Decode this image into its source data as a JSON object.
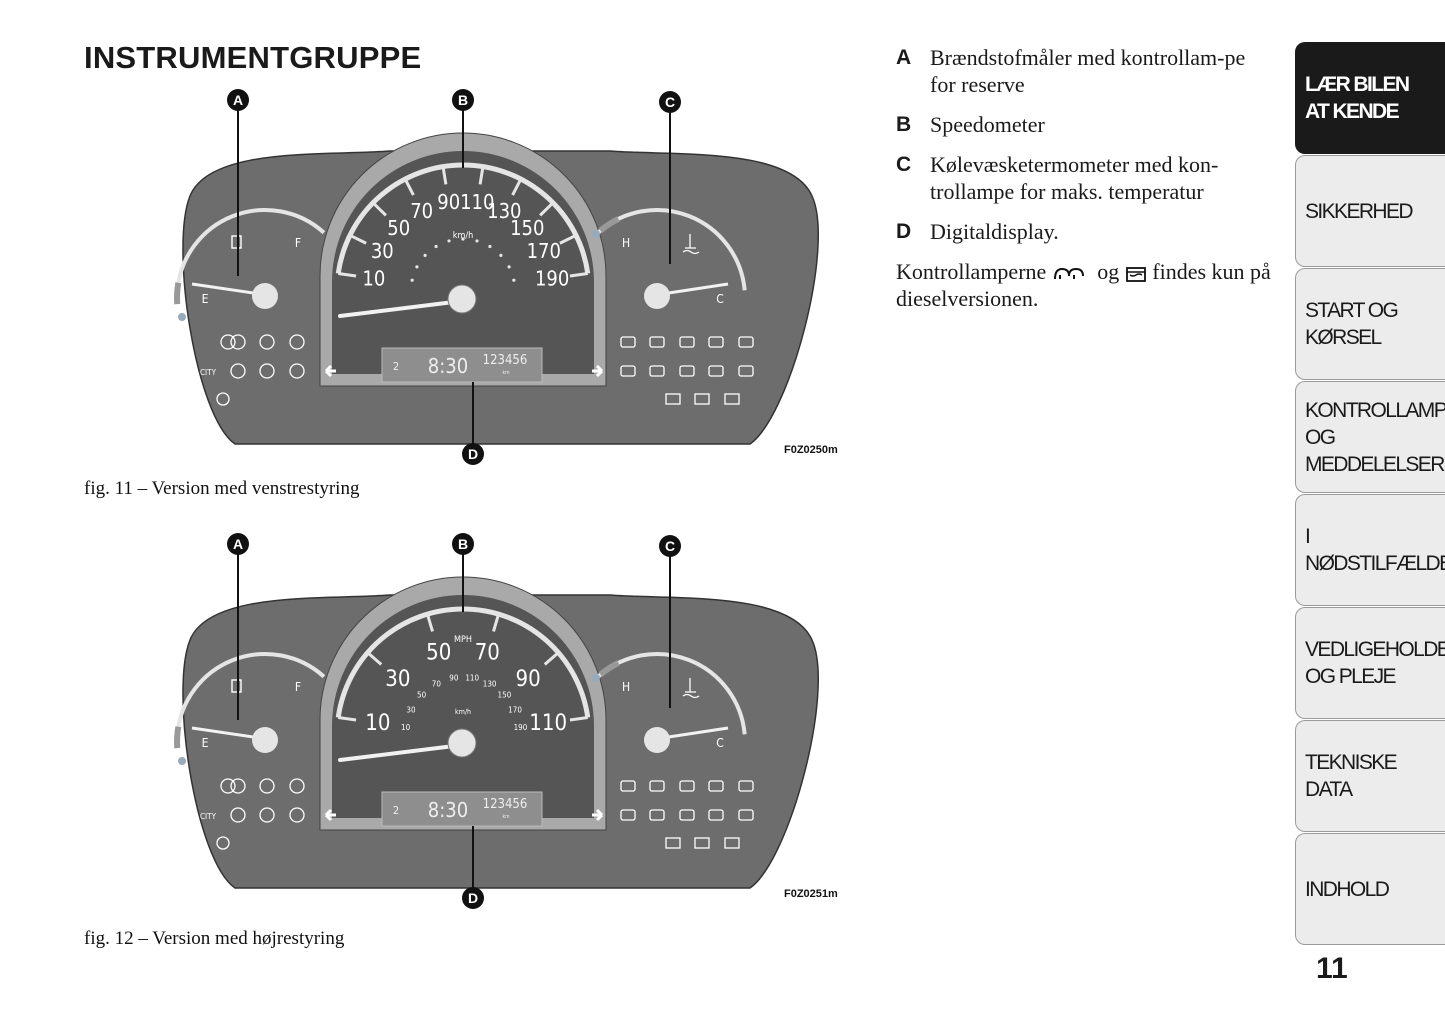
{
  "page": {
    "title": "INSTRUMENTGRUPPE",
    "number": "11"
  },
  "figures": [
    {
      "caption": "fig. 11 – Version med venstrestyring",
      "code": "F0Z0250m",
      "markers": [
        "A",
        "B",
        "C",
        "D"
      ],
      "gauges": {
        "fuel_labels": [
          "E",
          "F"
        ],
        "temp_labels": [
          "C",
          "H"
        ],
        "main_speed_labels": [
          "10",
          "30",
          "50",
          "70",
          "90",
          "110",
          "130",
          "150",
          "170",
          "190"
        ],
        "main_unit": "km/h",
        "secondary_speed_labels": [],
        "secondary_unit": ""
      },
      "display": {
        "gear": "2",
        "clock": "8:30",
        "odometer": "123456",
        "odo_unit": "km"
      },
      "icons": {
        "city": "CITY"
      }
    },
    {
      "caption": "fig. 12 – Version med højrestyring",
      "code": "F0Z0251m",
      "markers": [
        "A",
        "B",
        "C",
        "D"
      ],
      "gauges": {
        "fuel_labels": [
          "E",
          "F"
        ],
        "temp_labels": [
          "C",
          "H"
        ],
        "main_speed_labels": [
          "10",
          "30",
          "50",
          "70",
          "90",
          "110"
        ],
        "main_unit": "MPH",
        "secondary_speed_labels": [
          "10",
          "30",
          "50",
          "70",
          "90",
          "110",
          "130",
          "150",
          "170",
          "190"
        ],
        "secondary_unit": "km/h"
      },
      "display": {
        "gear": "2",
        "clock": "8:30",
        "odometer": "123456",
        "odo_unit": "km"
      },
      "icons": {
        "city": "CITY"
      }
    }
  ],
  "legend": [
    {
      "letter": "A",
      "text": "Brændstofmåler med kontrollam-pe for reserve"
    },
    {
      "letter": "B",
      "text": "Speedometer"
    },
    {
      "letter": "C",
      "text": "Kølevæsketermometer med kon-trollampe for maks. temperatur"
    },
    {
      "letter": "D",
      "text": "Digitaldisplay."
    }
  ],
  "note": {
    "before": "Kontrollamperne",
    "middle": "og",
    "after": "findes kun på dieselversionen.",
    "icons": [
      "glow-plug-icon",
      "diesel-filter-icon"
    ]
  },
  "tabs": [
    {
      "label": "LÆR BILEN\nAT KENDE",
      "active": true
    },
    {
      "label": "SIKKERHED",
      "active": false
    },
    {
      "label": "START OG\nKØRSEL",
      "active": false
    },
    {
      "label": "KONTROLLAMPER\nOG MEDDELELSER",
      "active": false
    },
    {
      "label": "I NØDSTILFÆLDE",
      "active": false
    },
    {
      "label": "VEDLIGEHOLDELSE\nOG PLEJE",
      "active": false
    },
    {
      "label": "TEKNISKE\nDATA",
      "active": false
    },
    {
      "label": "INDHOLD",
      "active": false
    }
  ]
}
